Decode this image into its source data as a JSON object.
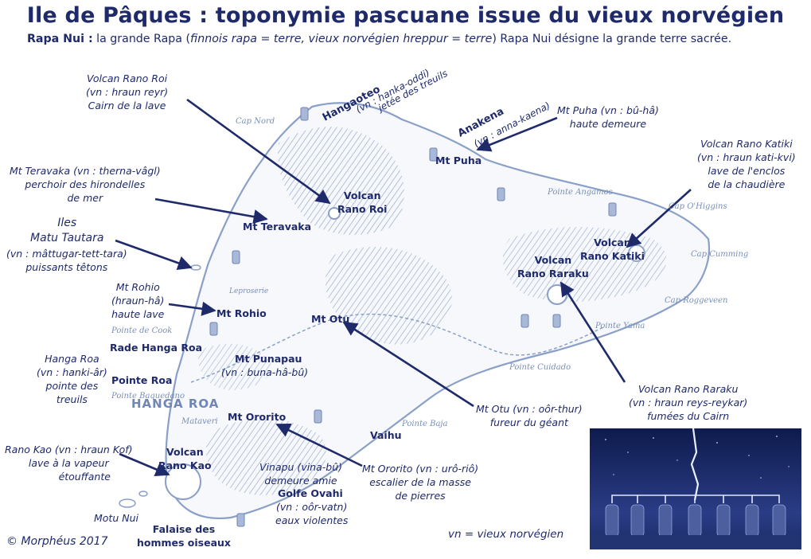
{
  "title": "Ile de Pâques : toponymie pascuane issue du vieux norvégien",
  "subtitle": {
    "head": "Rapa Nui :",
    "text1": " la grande Rapa (",
    "ital": "finnois rapa = terre, vieux norvégien hreppur = terre",
    "text2": ") Rapa Nui désigne la grande terre sacrée."
  },
  "labels": {
    "hangaoteo": "Hangaoteo",
    "hangaoteo_vn": "(vn : hanka-oddi)",
    "hangaoteo_vn2": "jetée des treuils",
    "anakena": "Anakena",
    "anakena_vn": "(vn : anna-kaena)",
    "rano_roi_note": [
      "Volcan Rano Roi",
      "(vn : hraun reyr)",
      "Cairn de la lave"
    ],
    "mt_puha_note": [
      "Mt Puha (vn : bû-hâ)",
      "haute demeure"
    ],
    "rano_katiki_note": [
      "Volcan Rano Katiki",
      "(vn : hraun kati-kvi)",
      "lave de l'enclos",
      "de la chaudière"
    ],
    "teravaka_note": [
      "Mt Teravaka (vn : therna-vâgl)",
      "perchoir des hirondelles",
      "de mer"
    ],
    "matu_note": [
      "Iles",
      "Matu Tautara"
    ],
    "matu_vn": [
      "(vn : mâttugar-tett-tara)",
      "puissants têtons"
    ],
    "rohio_note": [
      "Mt Rohio",
      "(hraun-hâ)",
      "haute lave"
    ],
    "hanga_roa_note": [
      "Hanga Roa",
      "(vn : hanki-âr)",
      "pointe des",
      "treuils"
    ],
    "rano_kao_note": [
      "Rano Kao (vn : hraun Kof)",
      "lave à la vapeur",
      "étouffante"
    ],
    "motu_nui": "Motu Nui",
    "falaise": [
      "Falaise des",
      "hommes oiseaux"
    ],
    "copyright": "© Morphéus 2017",
    "vn_def": "vn = vieux norvégien",
    "otu_note": [
      "Mt Otu (vn : oôr-thur)",
      "fureur du géant"
    ],
    "ororito_note": [
      "Mt Ororito (vn : urô-riô)",
      "escalier de la masse",
      "de pierres"
    ],
    "raraku_note": [
      "Volcan Rano Raraku",
      "(vn : hraun reys-reykar)",
      "fumées du Cairn"
    ],
    "vinapu": [
      "Vinapu (vina-bû)",
      "demeure amie"
    ],
    "golfe": "Golfe Ovahi",
    "golfe_vn": [
      "(vn : oôr-vatn)",
      "eaux violentes"
    ],
    "punapau_vn": "(vn : buna-hâ-bû)"
  },
  "places": {
    "mt_puha": "Mt Puha",
    "volcan_rano_roi": [
      "Volcan",
      "Rano Roi"
    ],
    "mt_teravaka": "Mt Teravaka",
    "volcan_rano_katiki": [
      "Volcan",
      "Rano Katiki"
    ],
    "volcan_rano_raraku": [
      "Volcan",
      "Rano Raraku"
    ],
    "mt_rohio": "Mt Rohio",
    "mt_otu": "Mt Otu",
    "rade_hanga_roa": "Rade Hanga Roa",
    "mt_punapau": "Mt Punapau",
    "pointe_roa": "Pointe Roa",
    "mt_ororito": "Mt Ororito",
    "vaihu": "Vaihu",
    "volcan_rano_kao": [
      "Volcan",
      "Rano Kao"
    ]
  },
  "basemap": {
    "cap_nord": "Cap Nord",
    "cap_ohiggins": "Cap O'Higgins",
    "cap_cumming": "Cap Cumming",
    "cap_roggeveen": "Cap Roggeveen",
    "pointe_angamos": "Pointe Angamos",
    "pointe_yama": "Pointe Yama",
    "pointe_cuidado": "Pointe Cuidado",
    "pointe_baja": "Pointe Baja",
    "pointe_de_cook": "Pointe de Cook",
    "pointe_baquedano": "Pointe Baquedano",
    "hanga_roa": "HANGA ROA",
    "mataveri": "Mataveri",
    "leproserie": "Leproserie"
  },
  "colors": {
    "ink": "#1f2a6b",
    "map": "#8aa0c8",
    "shade": "#b9c7e0",
    "night": "#1b2a66"
  }
}
